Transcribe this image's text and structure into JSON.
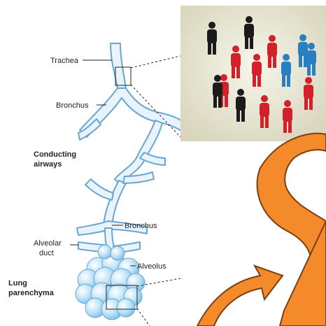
{
  "labels": {
    "trachea": "Trachea",
    "bronchus_top": "Bronchus",
    "conducting_1": "Conducting",
    "conducting_2": "airways",
    "bronchus_low": "Bronchus",
    "alveolar_1": "Alveolar",
    "alveolar_2": "duct",
    "alveolus": "Alveolus",
    "lung_1": "Lung",
    "lung_2": "parenchyma"
  },
  "colors": {
    "airway_fill": "#e9f3fb",
    "airway_stroke": "#6aa6d2",
    "alveoli": "#bfe3f8",
    "panel_bg": "#e8e6d6",
    "person_black": "#1b1b1b",
    "person_red": "#d3202a",
    "person_blue": "#2a7fc1",
    "arrow_orange": "#f58a2b",
    "arrow_stroke": "#7a3f10"
  },
  "people": [
    {
      "color": "black"
    },
    {
      "color": "black"
    },
    {
      "color": "red"
    },
    {
      "color": "red"
    },
    {
      "color": "blue"
    },
    {
      "color": "red"
    },
    {
      "color": "blue"
    },
    {
      "color": "blue"
    },
    {
      "color": "red"
    },
    {
      "color": "black"
    },
    {
      "color": "black"
    },
    {
      "color": "red"
    },
    {
      "color": "red"
    },
    {
      "color": "red"
    }
  ]
}
